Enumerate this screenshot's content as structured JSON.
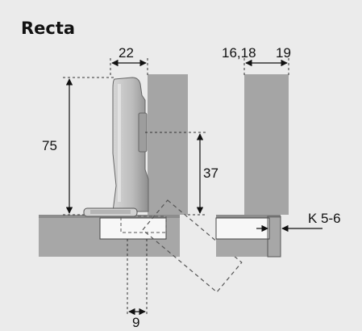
{
  "title": "Recta",
  "dimensions": {
    "hinge_width": "22",
    "height_total": "75",
    "height_cup": "37",
    "panel_thickness": "16,18",
    "panel_thickness_right": "19",
    "overlay": "K 5-6",
    "offset": "9"
  },
  "colors": {
    "background": "#ebebeb",
    "panel": "#a7a7a7",
    "panel_dark": "#9a9a9a",
    "door": "#c4c4c4",
    "hinge_body": "#bdbdbd",
    "hinge_shadow": "#8e8e8e",
    "white_part": "#f7f7f7",
    "line": "#111111",
    "dashed": "#555555"
  }
}
